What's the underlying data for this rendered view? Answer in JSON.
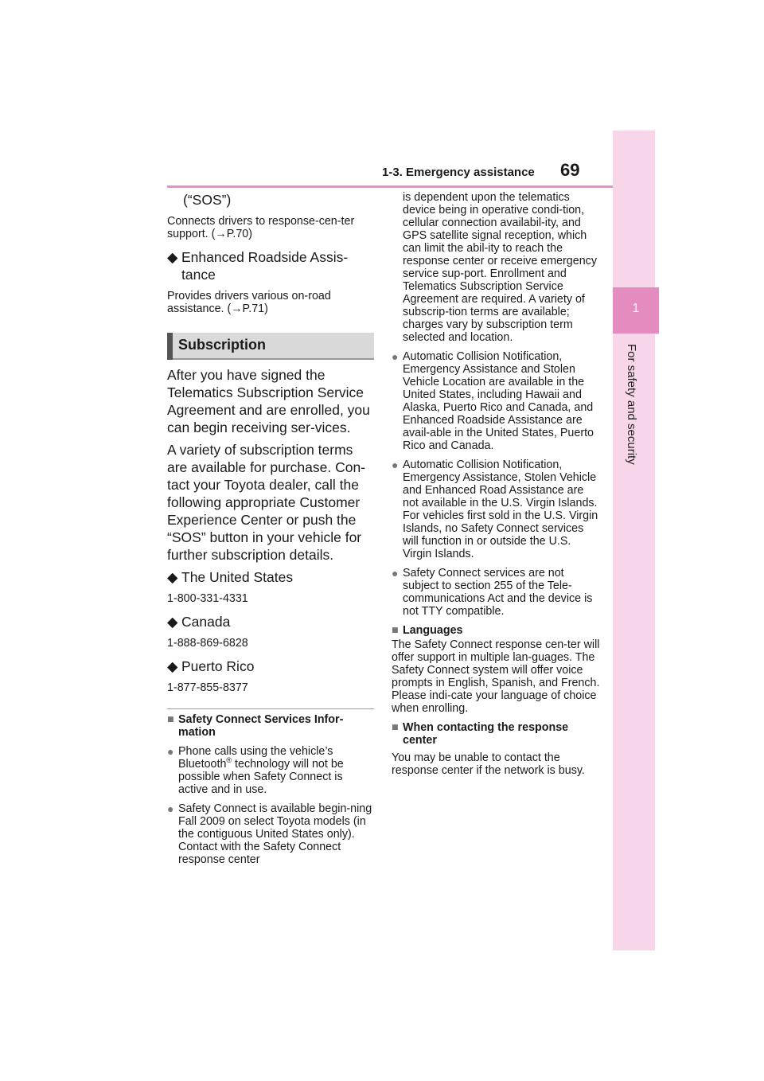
{
  "header": {
    "section": "1-3. Emergency assistance",
    "page": "69"
  },
  "side_tab": {
    "number": "1",
    "label": "For safety and security"
  },
  "left": {
    "sos_label": "(“SOS”)",
    "sos_desc": "Connects drivers to response-cen-ter support. (→P.70)",
    "roadside_title": "Enhanced Roadside Assis-tance",
    "roadside_desc": "Provides drivers various on-road assistance. (→P.71)",
    "subscription_heading": "Subscription",
    "para1": "After you have signed the Telematics Subscription Service Agreement and are enrolled, you can begin receiving ser-vices.",
    "para2": "A variety of subscription terms are available for purchase. Con-tact your Toyota dealer, call the following appropriate Customer Experience Center or push the “SOS” button in your vehicle for further subscription details.",
    "contacts": [
      {
        "region": "The United States",
        "phone": "1-800-331-4331"
      },
      {
        "region": "Canada",
        "phone": "1-888-869-6828"
      },
      {
        "region": "Puerto Rico",
        "phone": "1-877-855-8377"
      }
    ],
    "info_heading": "Safety Connect Services Infor-mation",
    "bullet1_a": "Phone calls using the vehicle’s Bluetooth",
    "bullet1_reg": "®",
    "bullet1_b": " technology will not be possible when Safety Connect is active and in use.",
    "bullet2": "Safety Connect is available begin-ning Fall 2009 on select Toyota models (in the contiguous United States only). Contact with the Safety Connect response center"
  },
  "right": {
    "cont": "is dependent upon the telematics device being in operative condi-tion, cellular connection availabil-ity, and GPS satellite signal reception, which can limit the abil-ity to reach the response center or receive emergency service sup-port. Enrollment and Telematics Subscription Service Agreement are required. A variety of subscrip-tion terms are available; charges vary by subscription term selected and location.",
    "bullet3": "Automatic Collision Notification, Emergency Assistance and Stolen Vehicle Location are available in the United States, including Hawaii and Alaska, Puerto Rico and Canada, and Enhanced Roadside Assistance are avail-able in the United States, Puerto Rico and Canada.",
    "bullet4": "Automatic Collision Notification, Emergency Assistance, Stolen Vehicle and Enhanced Road Assistance are not available in the U.S. Virgin Islands. For vehicles first sold in the U.S. Virgin Islands, no Safety Connect services will function in or outside the U.S. Virgin Islands.",
    "bullet5": "Safety Connect services are not subject to section 255 of the Tele-communications Act and the device is not TTY compatible.",
    "languages_heading": "Languages",
    "languages_text": "The Safety Connect response cen-ter will offer support in multiple lan-guages. The Safety Connect system will offer voice prompts in English, Spanish, and French. Please indi-cate your language of choice when enrolling.",
    "contact_heading": "When contacting the response center",
    "contact_text": "You may be unable to contact the response center if the network is busy."
  }
}
